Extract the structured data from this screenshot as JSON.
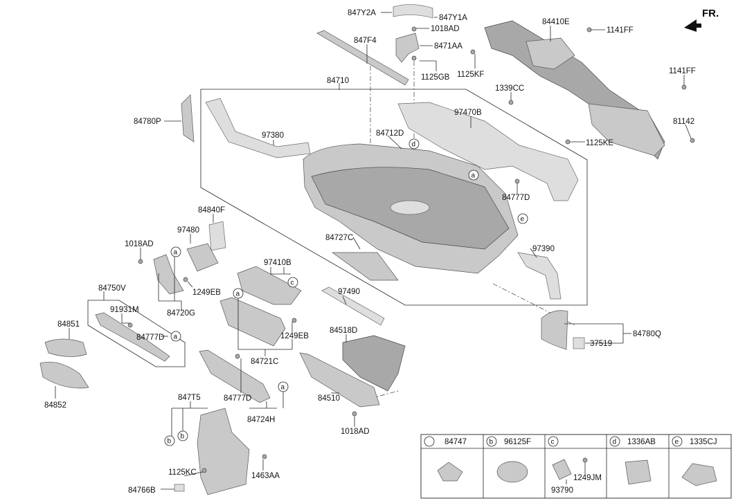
{
  "direction_label": "FR.",
  "part_labels": [
    "847Y2A",
    "847Y1A",
    "1018AD",
    "84410E",
    "1141FF",
    "847F4",
    "8471AA",
    "1125KF",
    "1125GB",
    "84710",
    "1339CC",
    "1141FF",
    "97470B",
    "84780P",
    "84712D",
    "97380",
    "81142",
    "1125KE",
    "84777D",
    "84840F",
    "97480",
    "1018AD",
    "84727C",
    "97390",
    "97410B",
    "1249EB",
    "84720G",
    "84750V",
    "97490",
    "91931M",
    "84851",
    "84777D",
    "84518D",
    "1249EB",
    "84780Q",
    "37519",
    "84721C",
    "84852",
    "847T5",
    "84777D",
    "84724H",
    "84510",
    "1018AD",
    "1125KC",
    "1463AA",
    "84766B"
  ],
  "callouts": [
    "a",
    "a",
    "a",
    "a",
    "a",
    "a",
    "b",
    "b",
    "c",
    "d",
    "e"
  ],
  "legend": [
    {
      "key": "a",
      "part": "84747"
    },
    {
      "key": "b",
      "part": "96125F"
    },
    {
      "key": "c",
      "part": "",
      "sub_parts": [
        "1249JM",
        "93790"
      ]
    },
    {
      "key": "d",
      "part": "1336AB"
    },
    {
      "key": "e",
      "part": "1335CJ"
    }
  ]
}
